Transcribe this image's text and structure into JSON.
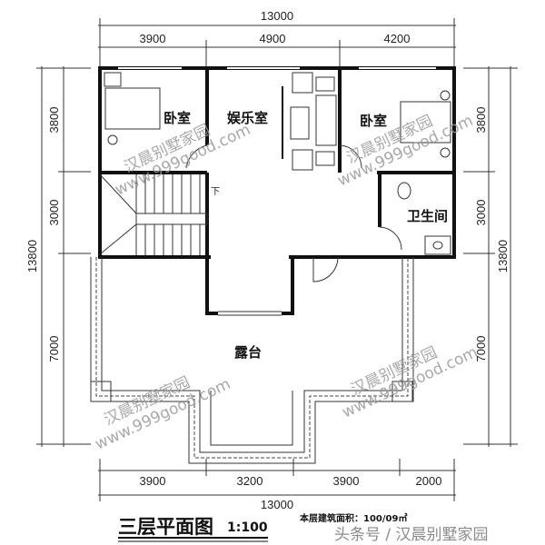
{
  "plan": {
    "title": "三层平面图",
    "scale": "1:100",
    "area_note": "本层建筑面积：100/09㎡",
    "top_dims": {
      "total": "13000",
      "segments": [
        "3900",
        "4900",
        "4200"
      ]
    },
    "bottom_dims": {
      "total": "13000",
      "segments": [
        "3900",
        "3200",
        "3900",
        "2000"
      ]
    },
    "left_dims": {
      "total": "13800",
      "segments": [
        "3800",
        "3000",
        "7000"
      ]
    },
    "right_dims": {
      "total": "13800",
      "segments": [
        "3800",
        "3000",
        "7000"
      ]
    },
    "rooms": {
      "bedroom_left": "卧室",
      "entertainment": "娱乐室",
      "bedroom_right": "卧室",
      "bathroom": "卫生间",
      "terrace": "露台",
      "stair_down": "下"
    }
  },
  "watermarks": {
    "brand": "汉晨别墅家园",
    "site": "www.999good.com",
    "source": "头条号 / 汉晨别墅家园"
  }
}
